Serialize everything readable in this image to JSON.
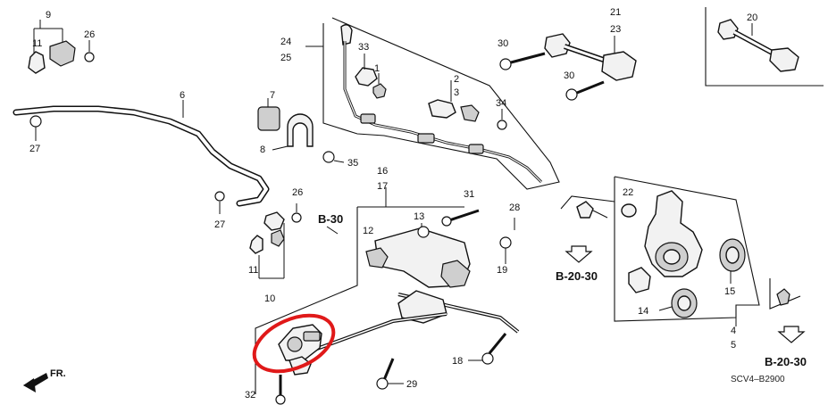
{
  "diagram": {
    "callouts": {
      "c1": "1",
      "c2": "2",
      "c3": "3",
      "c4": "4",
      "c5": "5",
      "c6": "6",
      "c7": "7",
      "c8": "8",
      "c9": "9",
      "c10": "10",
      "c11a": "11",
      "c11b": "11",
      "c12": "12",
      "c13": "13",
      "c14": "14",
      "c15": "15",
      "c16": "16",
      "c17": "17",
      "c18": "18",
      "c19": "19",
      "c20": "20",
      "c21": "21",
      "c22": "22",
      "c23": "23",
      "c24": "24",
      "c25": "25",
      "c26a": "26",
      "c26b": "26",
      "c27a": "27",
      "c27b": "27",
      "c28": "28",
      "c29": "29",
      "c30a": "30",
      "c30b": "30",
      "c31": "31",
      "c32": "32",
      "c33": "33",
      "c34": "34",
      "c35": "35"
    },
    "references": {
      "b30": "B-30",
      "b2030a": "B-20-30",
      "b2030b": "B-20-30"
    },
    "front_indicator": "FR.",
    "diagram_code": "SCV4–B2900",
    "highlight_color": "#e01919"
  }
}
